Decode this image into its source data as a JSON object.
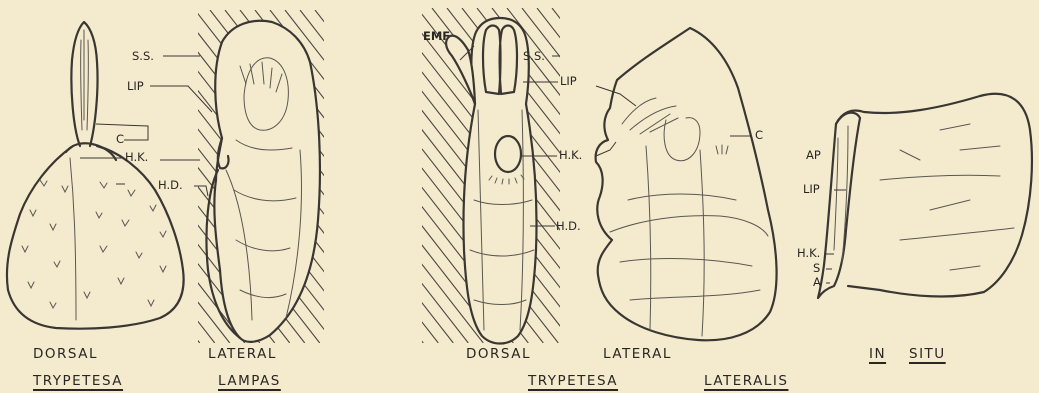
{
  "figure": {
    "labels": {
      "ss_1": "S.S.",
      "lip_1": "LIP",
      "c_1": "C",
      "hk_1": "H.K.",
      "hd_1": "H.D.",
      "emf": "EMF",
      "ss_2": "S.S.",
      "lip_2": "LIP",
      "hk_2": "H.K.",
      "hd_2": "H.D.",
      "c_2": "C",
      "ap": "AP",
      "lip_3": "LIP",
      "hk_3": "H.K.",
      "s": "S",
      "a": "A"
    },
    "captions": {
      "dorsal_1": "DORSAL",
      "lateral_1": "LATERAL",
      "dorsal_2": "DORSAL",
      "lateral_2": "LATERAL",
      "in": "IN",
      "situ": "SITU"
    },
    "species": {
      "genus_1": "TRYPETESA",
      "epithet_1": "LAMPAS",
      "genus_2": "TRYPETESA",
      "epithet_2": "LATERALIS"
    }
  }
}
